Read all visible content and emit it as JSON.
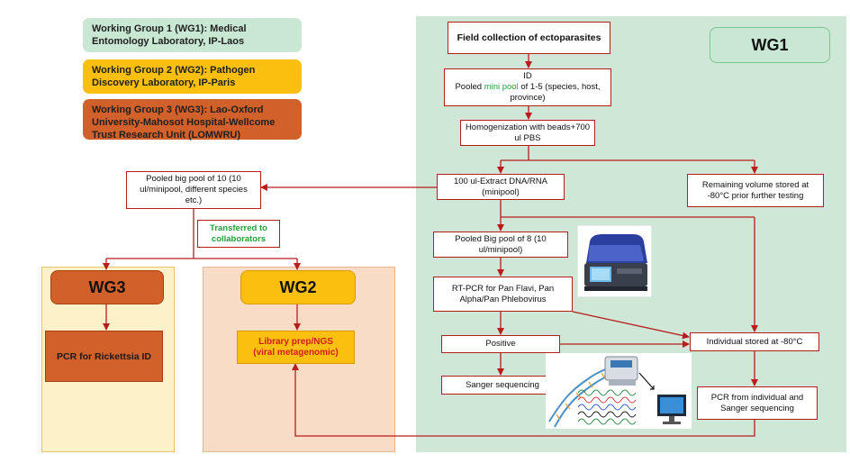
{
  "legend": {
    "wg1": "Working Group 1 (WG1): Medical Entomology Laboratory, IP-Laos",
    "wg2": "Working Group 2 (WG2): Pathogen Discovery Laboratory, IP-Paris",
    "wg3": "Working Group 3 (WG3): Lao-Oxford University-Mahosot Hospital-Wellcome Trust Research Unit (LOMWRU)"
  },
  "tags": {
    "wg1": "WG1",
    "wg2": "WG2",
    "wg3": "WG3"
  },
  "wg1_flow": {
    "field_collection": "Field collection of ectoparasites",
    "id_line1": "ID",
    "id_line2_pre": "Pooled ",
    "id_line2_green": "mini pool",
    "id_line2_post": " of 1-5 (species, host,",
    "id_line3": "province)",
    "homogenization": "Homogenization with beads+700 ul PBS",
    "extract": "100 ul-Extract DNA/RNA (minipool)",
    "remaining": "Remaining volume stored at -80°C prior further testing",
    "pooled_big8": "Pooled Big pool of 8  (10 ul/minipool)",
    "rtpcr": "RT-PCR for Pan Flavi, Pan Alpha/Pan Phlebovirus",
    "positive": "Positive",
    "individual_stored": "Individual stored at -80°C",
    "sanger": "Sanger sequencing",
    "pcr_individual": "PCR from individual and Sanger sequencing"
  },
  "collab": {
    "pooled_big10": "Pooled big pool of 10 (10 ul/minipool, different species etc.)",
    "transferred": "Transferred to collaborators"
  },
  "wg3_box": {
    "pcr_rickettsia": "PCR for Rickettsia ID"
  },
  "wg2_box": {
    "line1": "Library prep/NGS",
    "line2": "(viral metagenomic)"
  },
  "colors": {
    "wg1_bg": "#c9e8d3",
    "wg2_bg": "#fbbf10",
    "wg3_bg": "#d2602a",
    "arrow": "#b81c1c"
  }
}
